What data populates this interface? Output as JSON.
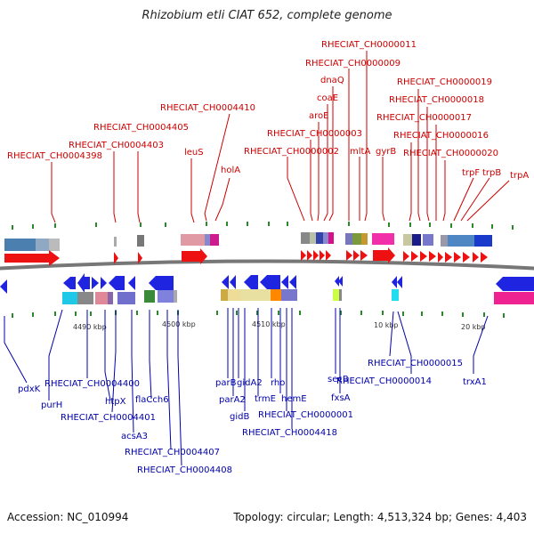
{
  "title": "Rhizobium etli CIAT 652, complete genome",
  "accession": "Accession: NC_010994",
  "summary": "Topology: circular; Length: 4,513,324 bp; Genes: 4,403",
  "ticks": [
    "4490 kbp",
    "4500 kbp",
    "4510 kbp",
    "10 kbp",
    "20 kbp"
  ],
  "forward_labels": [
    "RHECIAT_CH0000011",
    "RHECIAT_CH0000009",
    "dnaQ",
    "coaE",
    "aroE",
    "RHECIAT_CH0000003",
    "RHECIAT_CH0000002",
    "mltA",
    "gyrB",
    "RHECIAT_CH0000019",
    "RHECIAT_CH0000018",
    "RHECIAT_CH0000017",
    "RHECIAT_CH0000016",
    "RHECIAT_CH0000020",
    "trpF",
    "trpB",
    "trpA",
    "RHECIAT_CH0004410",
    "leuS",
    "holA",
    "RHECIAT_CH0004405",
    "RHECIAT_CH0004403",
    "RHECIAT_CH0004398"
  ],
  "reverse_labels": [
    "pdxK",
    "purH",
    "RHECIAT_CH0004400",
    "htpX",
    "RHECIAT_CH0004401",
    "flaCch6",
    "acsA3",
    "RHECIAT_CH0004407",
    "RHECIAT_CH0004408",
    "parB",
    "parA2",
    "gidA2",
    "gidB",
    "trmE",
    "rho",
    "hemE",
    "RHECIAT_CH0000001",
    "RHECIAT_CH0004418",
    "secB",
    "fxsA",
    "RHECIAT_CH0000015",
    "RHECIAT_CH0000014",
    "trxA1"
  ]
}
